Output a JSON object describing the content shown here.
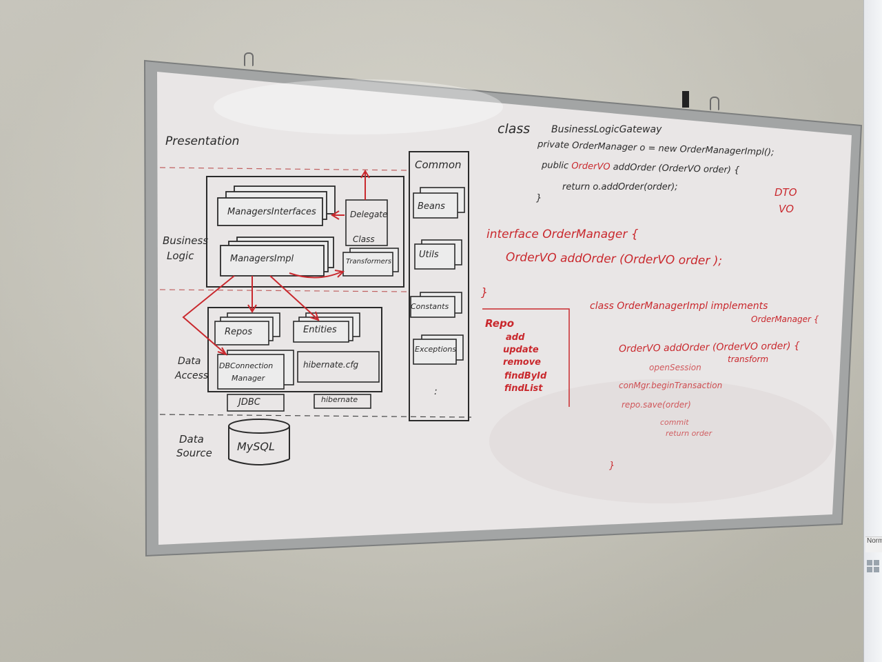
{
  "diagram": {
    "layer_labels": {
      "presentation": "Presentation",
      "business_logic_1": "Business",
      "business_logic_2": "Logic",
      "data_access_1": "Data",
      "data_access_2": "Access",
      "data_source_1": "Data",
      "data_source_2": "Source"
    },
    "boxes": {
      "managers_interfaces": "ManagersInterfaces",
      "managers_impl": "ManagersImpl",
      "delegate_class_1": "Delegate",
      "delegate_class_2": "Class",
      "transformers": "Transformers",
      "repos": "Repos",
      "entities": "Entities",
      "dbconnection_1": "DBConnection",
      "dbconnection_2": "Manager",
      "hibernate_cfg": "hibernate.cfg",
      "jdbc": "JDBC",
      "hibernate": "hibernate",
      "mysql": "MySQL"
    },
    "common": {
      "title": "Common",
      "items": [
        "Beans",
        "Utils",
        "Constants",
        "Exceptions"
      ],
      "ellipsis": ":"
    }
  },
  "code": {
    "gateway_class_kw": "class",
    "gateway_class_name": "BusinessLogicGateway",
    "gateway_line1": "private OrderManager o = new OrderManagerImpl();",
    "gateway_line2_prefix": "public",
    "gateway_line2_red": "OrderVO",
    "gateway_line2_rest": "addOrder (OrderVO order) {",
    "gateway_line3": "return o.addOrder(order);",
    "gateway_close": "}",
    "interface_line": "interface OrderManager {",
    "interface_method": "OrderVO addOrder (OrderVO order );",
    "interface_close": "}",
    "dto_1": "DTO",
    "dto_2": "VO",
    "repo_title": "Repo",
    "repo_methods": [
      "add",
      "update",
      "remove",
      "findById",
      "findList"
    ],
    "impl_line1": "class  OrderManagerImpl implements",
    "impl_line2": "OrderManager {",
    "impl_method": "OrderVO addOrder (OrderVO order) {",
    "impl_transform": "transform",
    "impl_open": "openSession",
    "impl_begin": "conMgr.beginTransaction",
    "impl_save": "repo.save(order)",
    "impl_commit": "commit",
    "impl_return": "return order",
    "impl_close": "}"
  },
  "screen_edge": {
    "status_text": "Normal te"
  },
  "colors": {
    "marker_black": "#2a2a2a",
    "marker_red": "#c9282d",
    "board_white": "#e9e6e6",
    "frame_gray": "#9a9c9c"
  }
}
